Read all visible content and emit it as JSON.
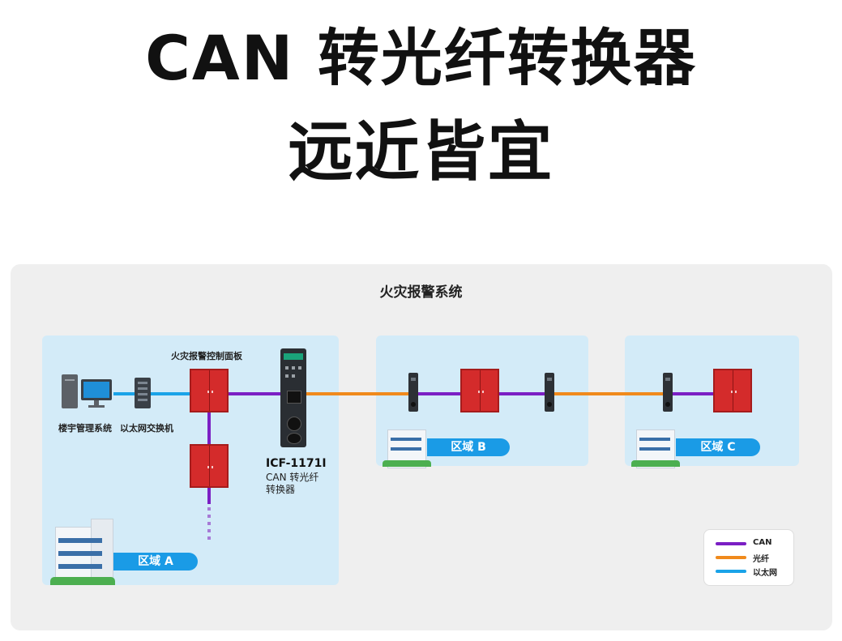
{
  "headline": {
    "line1": "CAN 转光纤转换器",
    "line2": "远近皆宜"
  },
  "diagram": {
    "title": "火灾报警系统",
    "fire_panel_label": "火灾报警控制面板",
    "bms_label": "楼宇管理系统",
    "switch_label": "以太网交换机",
    "converter_model": "ICF-1171I",
    "converter_desc_1": "CAN 转光纤",
    "converter_desc_2": "转换器",
    "zones": [
      {
        "label": "区域 A"
      },
      {
        "label": "区域 B"
      },
      {
        "label": "区域 C"
      }
    ]
  },
  "legend": [
    {
      "label": "CAN",
      "color": "#7b1fc4"
    },
    {
      "label": "光纤",
      "color": "#f08a1c"
    },
    {
      "label": "以太网",
      "color": "#1aa3e8"
    }
  ]
}
